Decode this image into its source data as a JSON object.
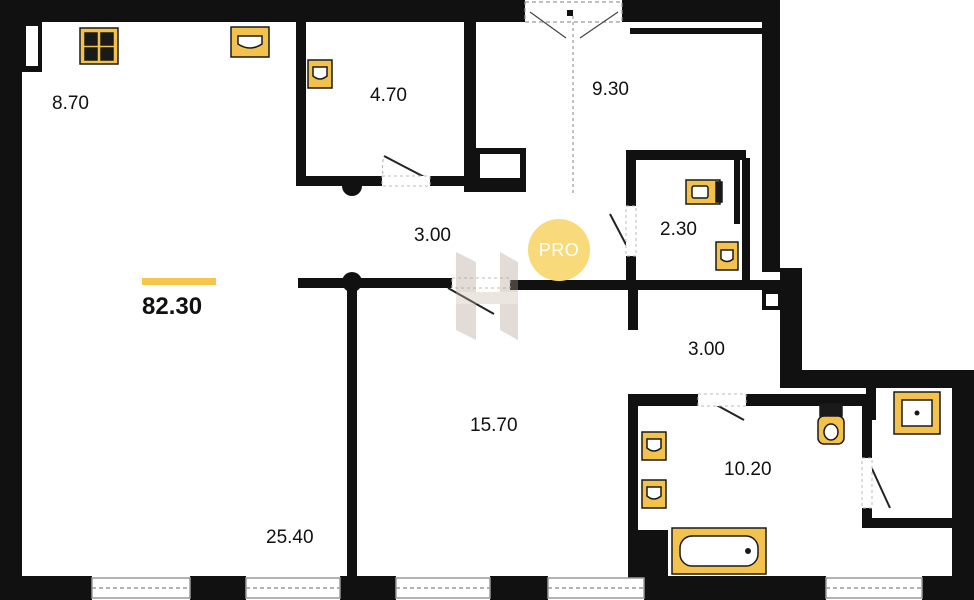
{
  "colors": {
    "wall": "#111111",
    "fixture_fill": "#f2c24d",
    "fixture_stroke": "#1a1a1a",
    "accent": "#f6c54a",
    "badge": "#f8da7a",
    "window": "#9a9a9a"
  },
  "total_area": "82.30",
  "badge": "PRO",
  "rooms": [
    {
      "name": "room-kitchen",
      "area": "8.70"
    },
    {
      "name": "room-pantry",
      "area": "4.70"
    },
    {
      "name": "room-hall",
      "area": "9.30"
    },
    {
      "name": "room-corridor",
      "area": "3.00"
    },
    {
      "name": "room-toilet",
      "area": "2.30"
    },
    {
      "name": "room-living",
      "area": "25.40"
    },
    {
      "name": "room-corridor-2",
      "area": "3.00"
    },
    {
      "name": "room-bedroom",
      "area": "15.70"
    },
    {
      "name": "room-bathroom",
      "area": "10.20"
    }
  ],
  "icons": [
    "stove-icon",
    "sink-icon",
    "toilet-icon",
    "bathtub-icon",
    "shower-icon",
    "door-icon",
    "window-icon",
    "logo-icon"
  ]
}
